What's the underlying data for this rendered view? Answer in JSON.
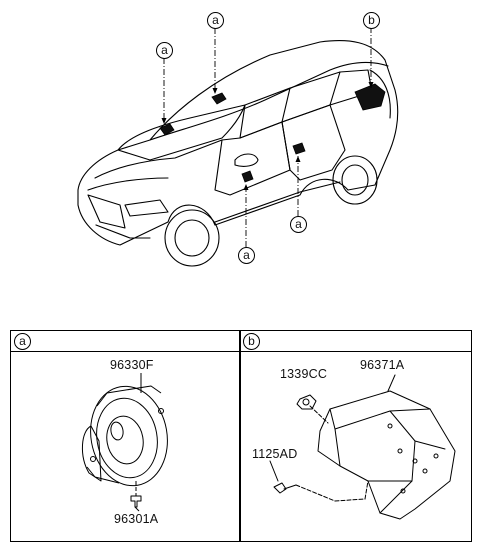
{
  "vehicle": {
    "callouts": [
      {
        "id": "front-door-speaker-callout",
        "label": "a"
      },
      {
        "id": "roof-speaker-callout",
        "label": "a"
      },
      {
        "id": "rear-door-speaker-callout",
        "label": "a"
      },
      {
        "id": "lower-front-door-callout",
        "label": "a"
      },
      {
        "id": "cargo-woofer-callout",
        "label": "b"
      }
    ]
  },
  "panel_a": {
    "label": "a",
    "speaker_part": "96330F",
    "screw_part": "96301A"
  },
  "panel_b": {
    "label": "b",
    "nut_part": "1339CC",
    "woofer_part": "96371A",
    "bolt_part": "1125AD"
  }
}
